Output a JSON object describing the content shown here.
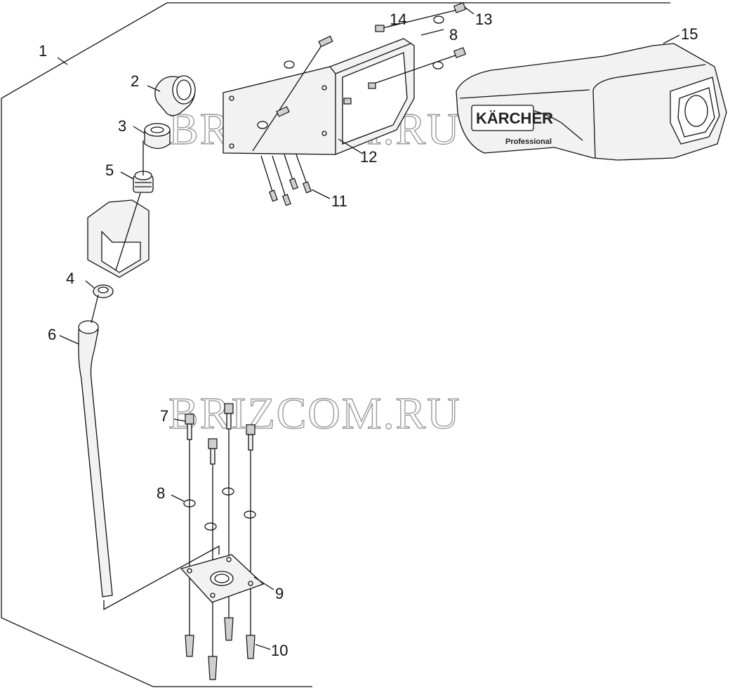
{
  "labels": {
    "l1": "1",
    "l2": "2",
    "l3": "3",
    "l4": "4",
    "l5": "5",
    "l6": "6",
    "l7": "7",
    "l8a": "8",
    "l8b": "8",
    "l9": "9",
    "l10": "10",
    "l11": "11",
    "l12": "12",
    "l13": "13",
    "l14": "14",
    "l15": "15"
  },
  "watermark": {
    "top": "BRIZCOM.RU",
    "middle": "BRIZCOM.RU"
  },
  "product": {
    "brand": "KÄRCHER",
    "sub": "Professional"
  },
  "colors": {
    "line": "#111111",
    "fill": "#f2f2f2",
    "watermark": "#9a9a9a"
  }
}
